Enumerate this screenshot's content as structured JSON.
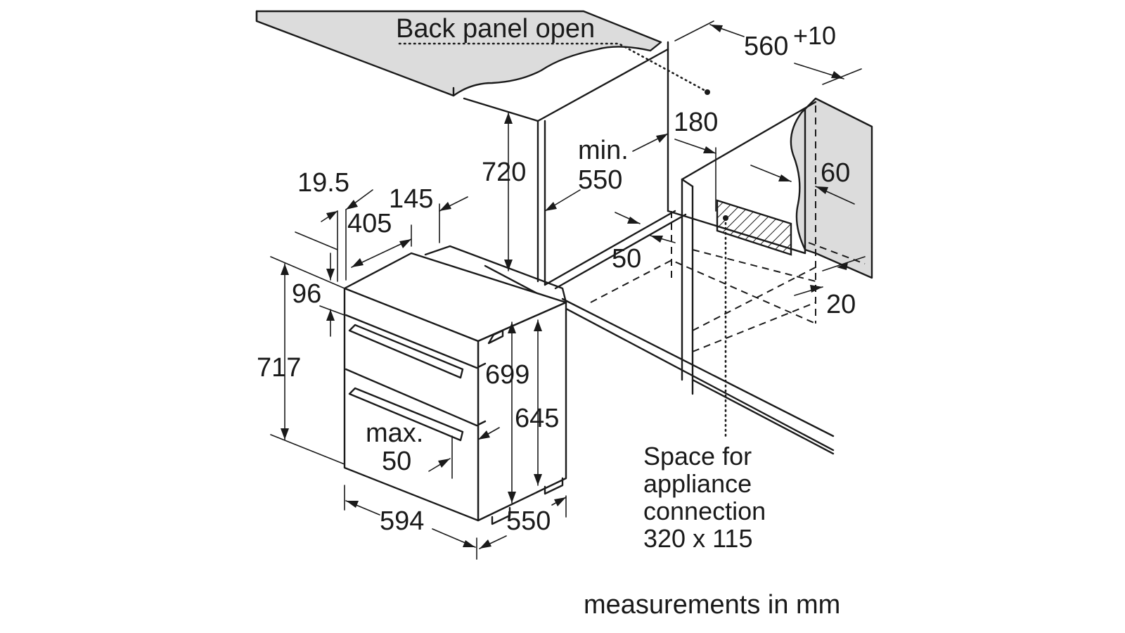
{
  "diagram": {
    "labels": {
      "back_panel": "Back panel open",
      "width_560": "560",
      "width_tolerance": "+10",
      "depth_180": "180",
      "height_720": "720",
      "min": "min.",
      "min_550": "550",
      "dim_60": "60",
      "dim_19_5": "19.5",
      "dim_145": "145",
      "dim_405": "405",
      "dim_50_bottom": "50",
      "dim_20": "20",
      "dim_96": "96",
      "dim_717": "717",
      "dim_699": "699",
      "dim_645": "645",
      "max": "max.",
      "max_50": "50",
      "dim_594": "594",
      "dim_550_depth": "550",
      "connection_line1": "Space for",
      "connection_line2": "appliance",
      "connection_line3": "connection",
      "connection_line4": "320 x 115",
      "footer": "measurements in mm"
    },
    "colors": {
      "line": "#1a1a1a",
      "panel_fill": "#dcdcdc",
      "background": "#ffffff"
    }
  }
}
